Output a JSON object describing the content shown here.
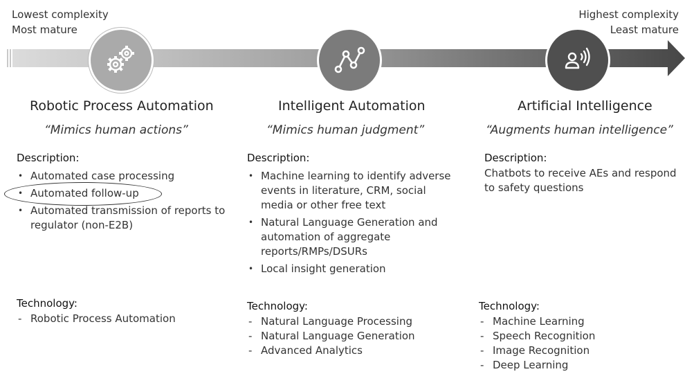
{
  "scale": {
    "left_line1": "Lowest complexity",
    "left_line2": "Most mature",
    "right_line1": "Highest complexity",
    "right_line2": "Least mature"
  },
  "colors": {
    "arrow_start": "#d9d9d9",
    "arrow_end": "#4a4a4a",
    "circle_1": "#a9a9a9",
    "circle_2": "#7a7a7a",
    "circle_3": "#4e4e4e"
  },
  "columns": [
    {
      "icon": "gears-icon",
      "title": "Robotic Process Automation",
      "quote": "“Mimics human actions”",
      "description_heading": "Description:",
      "bullets": [
        "Automated case processing",
        "Automated follow-up",
        "Automated transmission of reports to regulator (non-E2B)"
      ],
      "technology_heading": "Technology:",
      "technology": [
        "Robotic Process Automation"
      ]
    },
    {
      "icon": "network-nodes-icon",
      "title": "Intelligent Automation",
      "quote": "“Mimics human judgment”",
      "description_heading": "Description:",
      "bullets": [
        "Machine learning to identify adverse events in literature, CRM, social media or other free text",
        "Natural Language Generation and automation of aggregate reports/RMPs/DSURs",
        "Local insight generation"
      ],
      "technology_heading": "Technology:",
      "technology": [
        "Natural Language Processing",
        "Natural Language Generation",
        "Advanced Analytics"
      ]
    },
    {
      "icon": "speaking-person-icon",
      "title": "Artificial Intelligence",
      "quote": "“Augments human intelligence”",
      "description_heading": "Description:",
      "description_text": "Chatbots to receive AEs and respond to safety questions",
      "technology_heading": "Technology:",
      "technology": [
        "Machine Learning",
        "Speech Recognition",
        "Image Recognition",
        "Deep Learning"
      ]
    }
  ]
}
